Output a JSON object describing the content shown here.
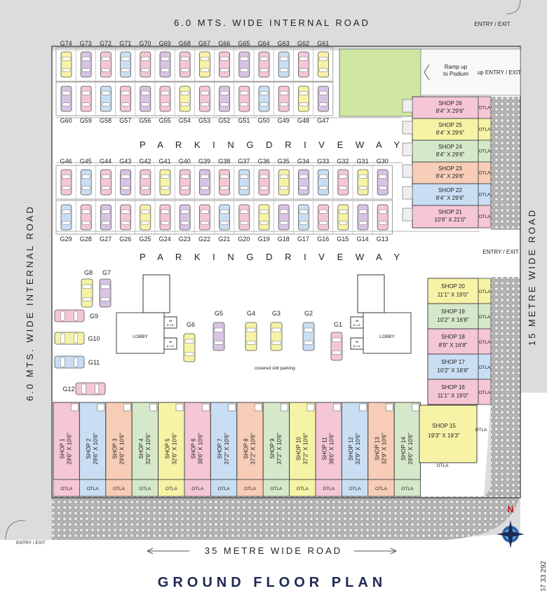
{
  "roads": {
    "top": "6.0 MTS. WIDE INTERNAL ROAD",
    "left": "6.0 MTS. WIDE INTERNAL ROAD",
    "right": "15 METRE WIDE ROAD",
    "bottom": "35 METRE WIDE ROAD"
  },
  "entries": {
    "top_right": "ENTRY / EXIT",
    "up_entry": "up ENTRY / EXIT",
    "mid_right": "ENTRY / EXIT",
    "bottom_left": "ENTRY / EXIT"
  },
  "ramp": {
    "line1": "Ramp up",
    "line2": "to Podium"
  },
  "driveway": "P A R K I N G D R I V E W A Y",
  "parking_rows": [
    {
      "labels_pos": "top",
      "labels": [
        "G74",
        "G73",
        "G72",
        "G71",
        "G70",
        "G69",
        "G68",
        "G67",
        "G66",
        "G65",
        "G64",
        "G63",
        "G62",
        "G61"
      ]
    },
    {
      "labels_pos": "bottom",
      "labels": [
        "G60",
        "G59",
        "G58",
        "G57",
        "G56",
        "G55",
        "G54",
        "G53",
        "G52",
        "G51",
        "G50",
        "G49",
        "G48",
        "G47"
      ]
    },
    {
      "labels_pos": "top",
      "labels": [
        "G46",
        "G45",
        "G44",
        "G43",
        "G42",
        "G41",
        "G40",
        "G39",
        "G38",
        "G37",
        "G36",
        "G35",
        "G34",
        "G33",
        "G32",
        "G31",
        "G30"
      ]
    },
    {
      "labels_pos": "bottom",
      "labels": [
        "G29",
        "G28",
        "G27",
        "G26",
        "G25",
        "G24",
        "G23",
        "G22",
        "G21",
        "G20",
        "G19",
        "G18",
        "G17",
        "G16",
        "G15",
        "G14",
        "G13"
      ]
    }
  ],
  "stilt": {
    "slots_top": [
      "G8",
      "G7"
    ],
    "slots_left": [
      "G9",
      "G10",
      "G11",
      "G12"
    ],
    "slot_g6": "G6",
    "slots_center": [
      "G5",
      "G4",
      "G3",
      "G2"
    ],
    "slot_g1": "G1",
    "lobby": "LOBBY",
    "lift": "lift",
    "lift_size": "8' x 6'",
    "covered": "covered stilt parking"
  },
  "shops_right_top": [
    {
      "name": "SHOP 26",
      "size": "8'4\" X 29'6\""
    },
    {
      "name": "SHOP 25",
      "size": "8'4\" X 29'6\""
    },
    {
      "name": "SHOP 24",
      "size": "8'4\" X 29'6\""
    },
    {
      "name": "SHOP 23",
      "size": "8'4\" X 29'6\""
    },
    {
      "name": "SHOP 22",
      "size": "8'4\" X 29'6\""
    },
    {
      "name": "SHOP 21",
      "size": "10'6\" X 21'0\""
    }
  ],
  "shops_right_bottom": [
    {
      "name": "SHOP 20",
      "size": "11'1\" X 19'0\""
    },
    {
      "name": "SHOP 19",
      "size": "10'2\" X 16'8\""
    },
    {
      "name": "SHOP 18",
      "size": "8'9\" X 16'8\""
    },
    {
      "name": "SHOP 17",
      "size": "10'2\" X 16'8\""
    },
    {
      "name": "SHOP 16",
      "size": "11'1\" X 19'0\""
    }
  ],
  "shop15": {
    "name": "SHOP 15",
    "size": "19'3\" X 19'3\""
  },
  "shops_bottom": [
    {
      "name": "SHOP 1",
      "size": "29'6\" X 10'6\""
    },
    {
      "name": "SHOP 2",
      "size": "29'6\" X 10'6\""
    },
    {
      "name": "SHOP 3",
      "size": "29'6\" X 10'6\""
    },
    {
      "name": "SHOP 4",
      "size": "32'6\" X 10'6\""
    },
    {
      "name": "SHOP 5",
      "size": "32'6\" X 10'6\""
    },
    {
      "name": "SHOP 6",
      "size": "38'6\" X 10'6\""
    },
    {
      "name": "SHOP 7",
      "size": "37'2\" X 10'6\""
    },
    {
      "name": "SHOP 8",
      "size": "37'2\" X 10'6\""
    },
    {
      "name": "SHOP 9",
      "size": "37'2\" X 10'6\""
    },
    {
      "name": "SHOP 10",
      "size": "37'2\" X 10'6\""
    },
    {
      "name": "SHOP 11",
      "size": "38'6\" X 10'6\""
    },
    {
      "name": "SHOP 12",
      "size": "32'9\" X 10'6\""
    },
    {
      "name": "SHOP 13",
      "size": "32'9\" X 10'6\""
    },
    {
      "name": "SHOP 14",
      "size": "29'6\" X 10'6\""
    }
  ],
  "otla": "OTLA",
  "north": "N",
  "title": "GROUND FLOOR PLAN",
  "phone": "67 33 292",
  "colors": {
    "pink": "#f4c6d6",
    "yellow": "#f6f3a6",
    "blue": "#c9def2",
    "green": "#d5e8c9",
    "purple": "#d8c3e4",
    "peach": "#f7cdb8",
    "grass": "#cfe7a3",
    "road": "#dcdcdc",
    "paving": "#9a9a9a",
    "title": "#1e2a55"
  }
}
